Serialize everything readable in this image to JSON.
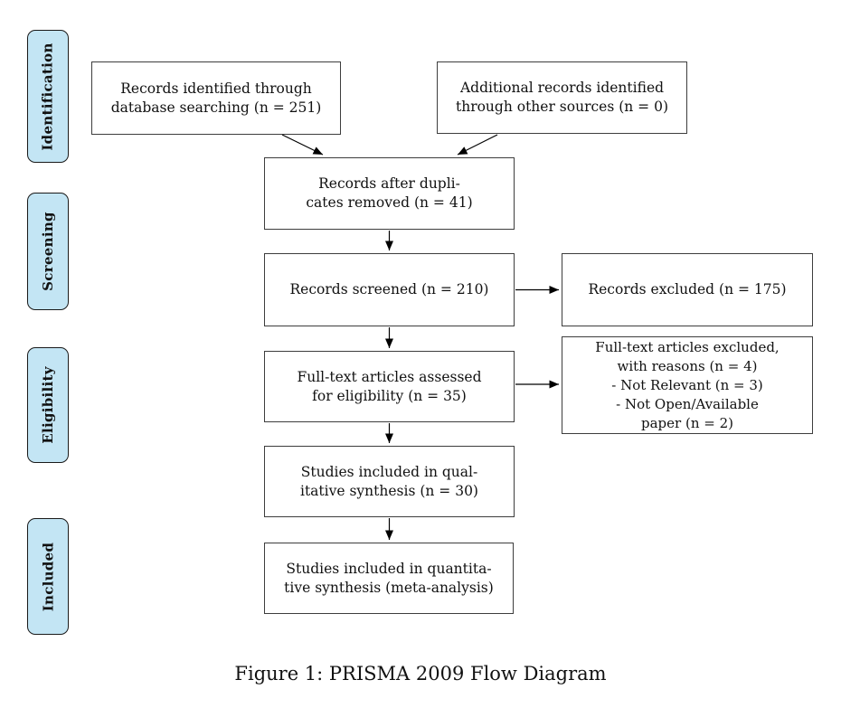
{
  "figure": {
    "caption": "Figure 1: PRISMA 2009 Flow Diagram"
  },
  "colors": {
    "stage_fill": "#c3e5f4",
    "stage_border": "#1a1a1a",
    "box_fill": "#ffffff",
    "box_border": "#3d3d3d",
    "arrow": "#000000",
    "text": "#111111",
    "background": "#ffffff"
  },
  "stages": [
    {
      "label": "Identification"
    },
    {
      "label": "Screening"
    },
    {
      "label": "Eligibility"
    },
    {
      "label": "Included"
    }
  ],
  "boxes": [
    {
      "name": "records-identified",
      "lines": [
        "Records identified through",
        "database searching (n = 251)"
      ]
    },
    {
      "name": "additional-records",
      "lines": [
        "Additional records identified",
        "through other sources (n = 0)"
      ]
    },
    {
      "name": "records-after-duplicates",
      "lines": [
        "Records after dupli-",
        "cates removed (n = 41)"
      ]
    },
    {
      "name": "records-screened",
      "lines": [
        "Records screened (n = 210)"
      ]
    },
    {
      "name": "records-excluded",
      "lines": [
        "Records excluded (n = 175)"
      ]
    },
    {
      "name": "fulltext-assessed",
      "lines": [
        "Full-text articles assessed",
        "for eligibility (n = 35)"
      ]
    },
    {
      "name": "fulltext-excluded",
      "lines": [
        "Full-text articles excluded,",
        "with reasons (n = 4)",
        "- Not Relevant (n = 3)",
        "- Not Open/Available",
        "paper (n = 2)"
      ]
    },
    {
      "name": "qualitative-synthesis",
      "lines": [
        "Studies included in qual-",
        "itative synthesis (n = 30)"
      ]
    },
    {
      "name": "quantitative-synthesis",
      "lines": [
        "Studies included in quantita-",
        "tive synthesis (meta-analysis)"
      ]
    }
  ]
}
